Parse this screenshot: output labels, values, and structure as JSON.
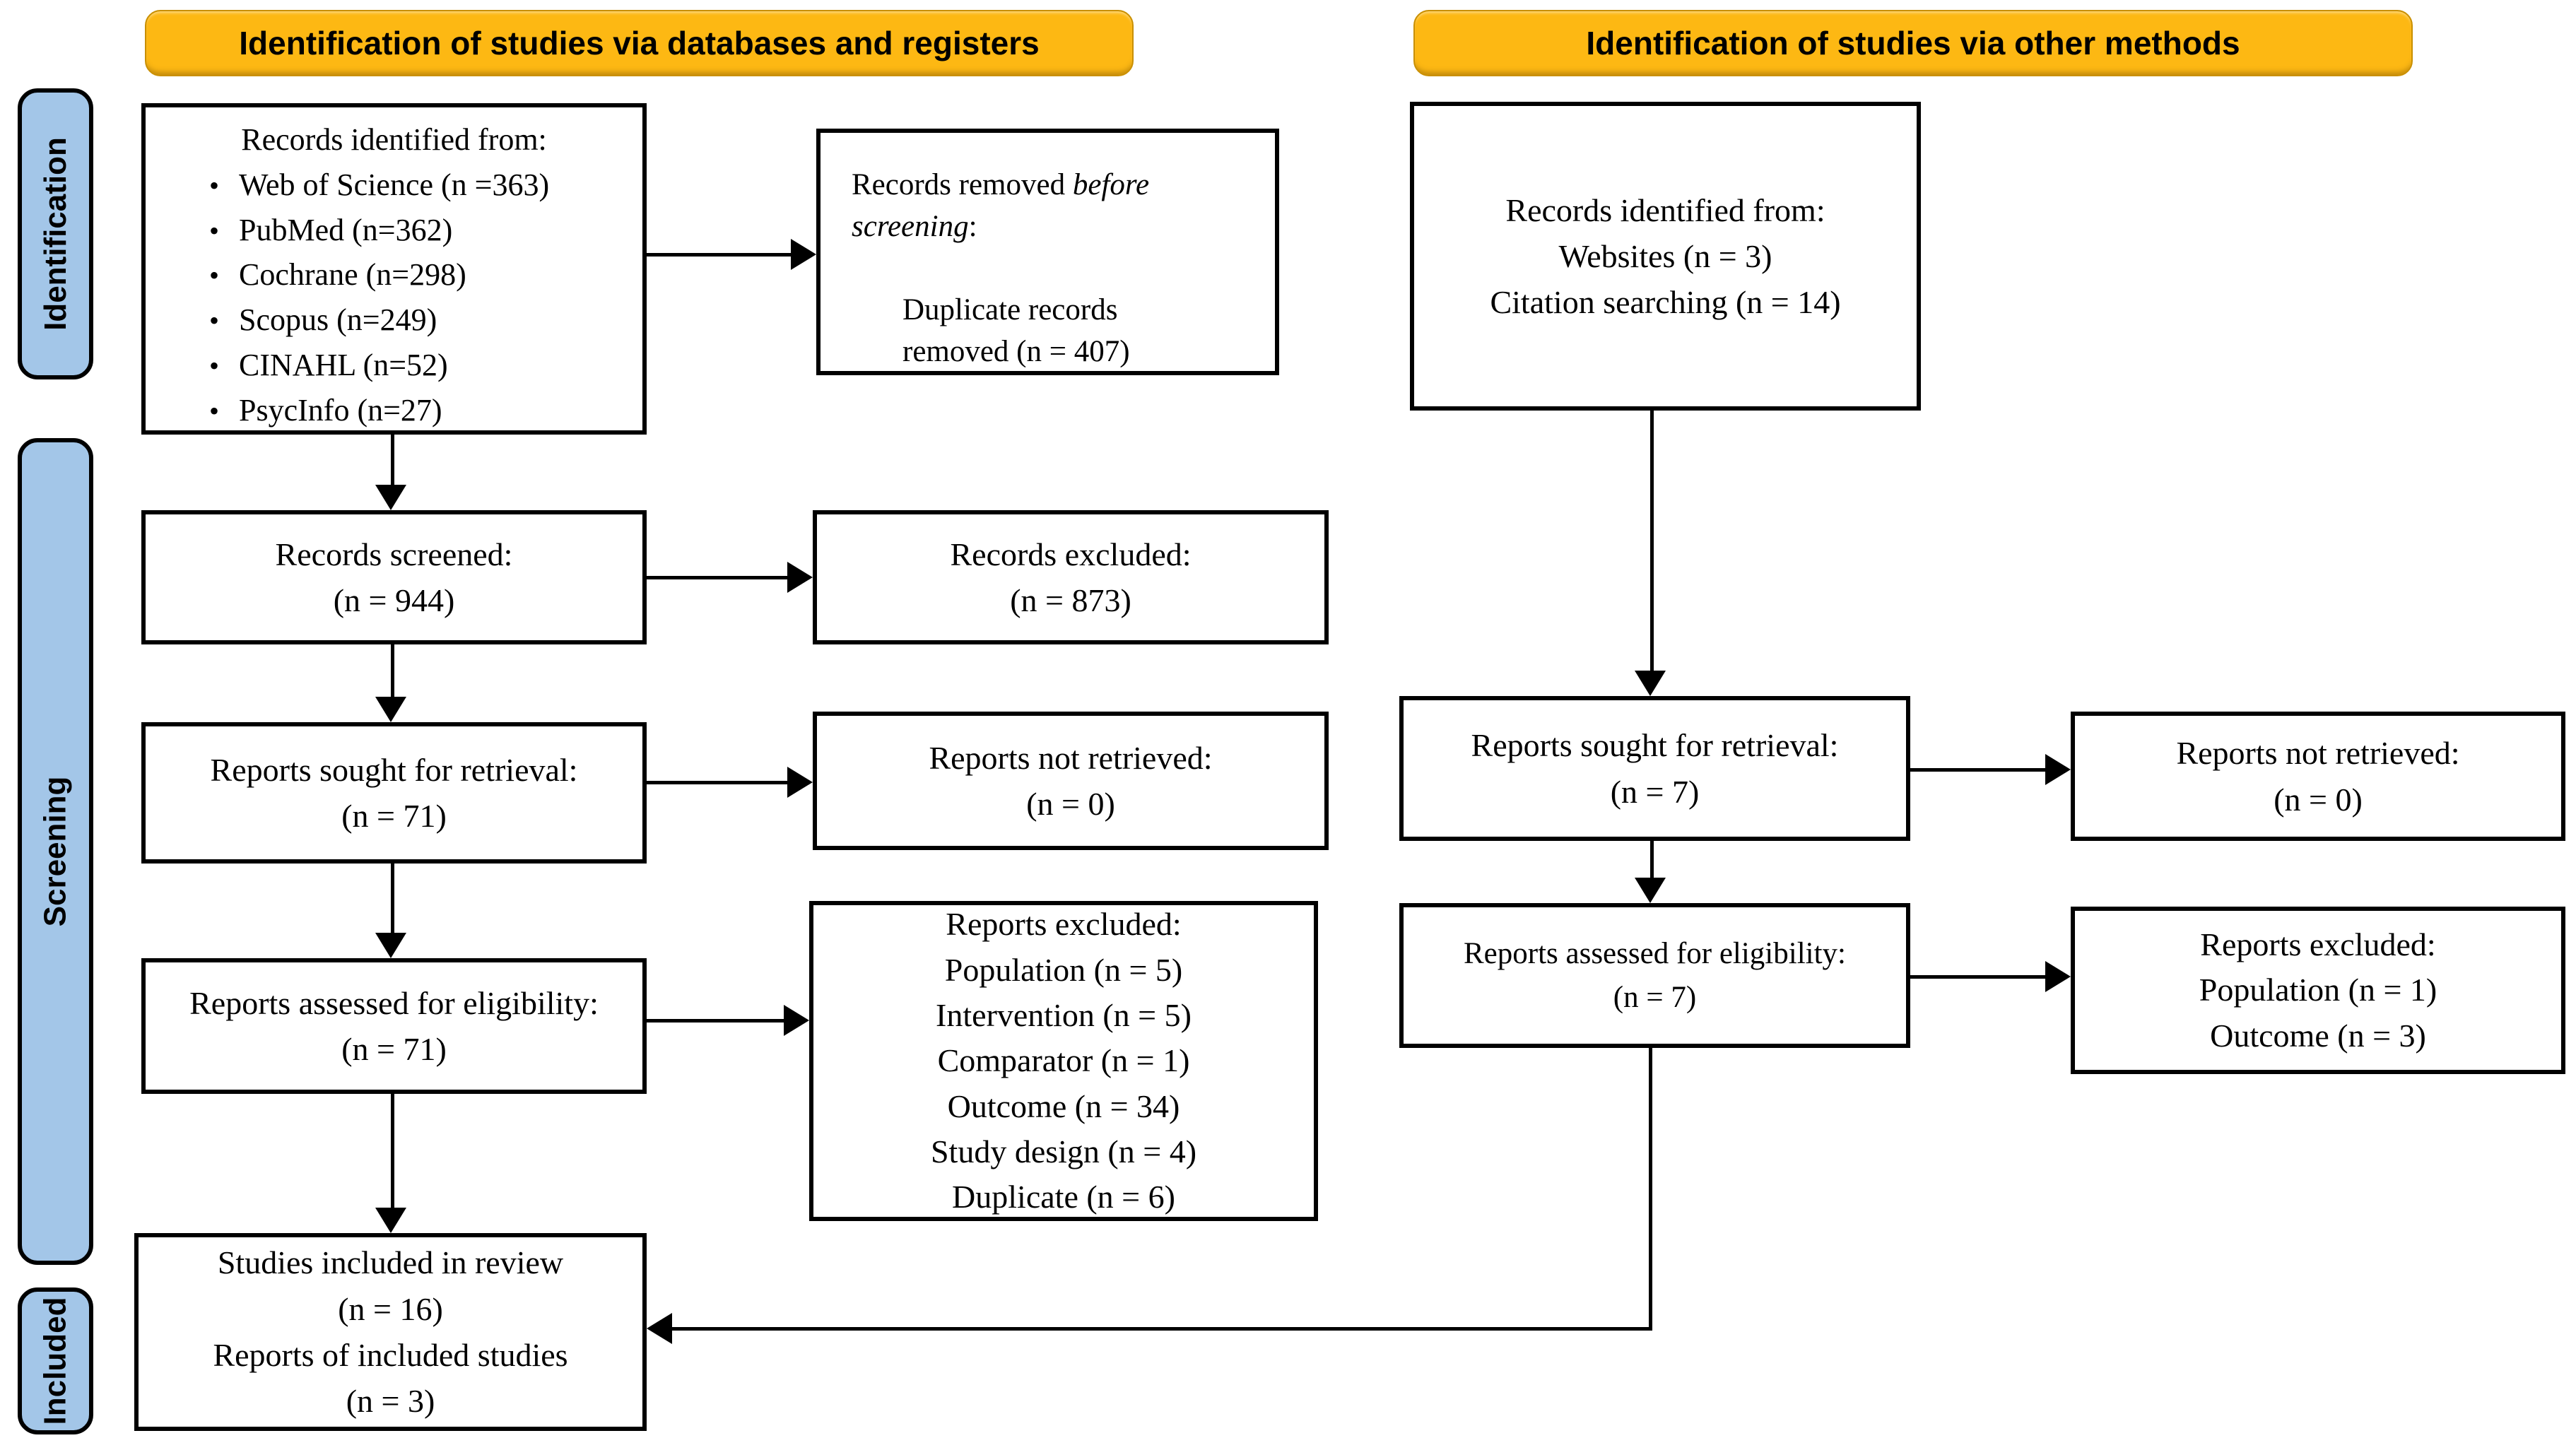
{
  "colors": {
    "banner_fill": "#FDB813",
    "sidebar_fill": "#A3C6E8",
    "line": "#000000"
  },
  "banners": {
    "left": "Identification of studies via databases and registers",
    "right": "Identification of studies via other methods"
  },
  "sidebar": {
    "identification": "Identification",
    "screening": "Screening",
    "included": "Included"
  },
  "left_flow": {
    "identified": {
      "title": "Records identified from:",
      "sources": [
        "Web of Science (n =363)",
        "PubMed (n=362)",
        "Cochrane (n=298)",
        "Scopus (n=249)",
        "CINAHL (n=52)",
        "PsycInfo (n=27)"
      ],
      "bullet": "•"
    },
    "removed": {
      "prefix": "Records removed ",
      "italic": "before screening",
      "suffix": ":",
      "detail_line1": "Duplicate records",
      "detail_line2": "removed (n = 407)"
    },
    "screened": {
      "line1": "Records screened:",
      "line2": "(n = 944)"
    },
    "records_excluded": {
      "line1": "Records excluded:",
      "line2": "(n = 873)"
    },
    "sought": {
      "line1": "Reports sought for retrieval:",
      "line2": "(n = 71)"
    },
    "not_retrieved": {
      "line1": "Reports not retrieved:",
      "line2": "(n = 0)"
    },
    "assessed": {
      "line1": "Reports assessed for eligibility:",
      "line2": "(n = 71)"
    },
    "reports_excluded": {
      "title": "Reports excluded:",
      "reasons": [
        "Population (n = 5)",
        "Intervention (n = 5)",
        "Comparator (n = 1)",
        "Outcome (n = 34)",
        "Study design (n = 4)",
        "Duplicate (n = 6)"
      ]
    },
    "included": {
      "line1": "Studies included in review",
      "line2": "(n = 16)",
      "line3": "Reports of included studies",
      "line4": "(n = 3)"
    }
  },
  "right_flow": {
    "identified": {
      "line1": "Records identified from:",
      "line2": "Websites (n = 3)",
      "line3": "Citation searching (n = 14)"
    },
    "sought": {
      "line1": "Reports sought for retrieval:",
      "line2": "(n = 7)"
    },
    "not_retrieved": {
      "line1": "Reports not retrieved:",
      "line2": "(n = 0)"
    },
    "assessed": {
      "line1": "Reports assessed for eligibility:",
      "line2": "(n = 7)"
    },
    "excluded": {
      "title": "Reports excluded:",
      "reasons": [
        "Population (n = 1)",
        "Outcome (n = 3)"
      ]
    }
  }
}
